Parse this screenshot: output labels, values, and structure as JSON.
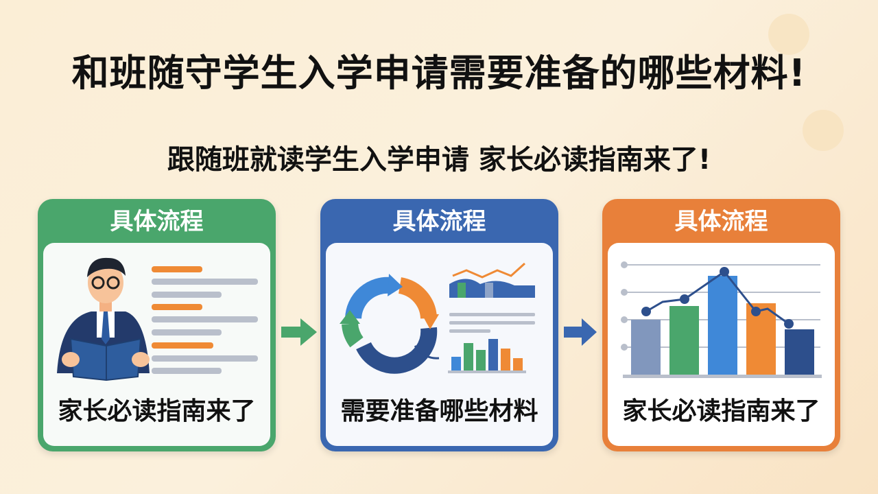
{
  "title": "和班随守学生入学申请需要准备的哪些材料!",
  "subtitle": "跟随班就读学生入学申请 家长必读指南来了!",
  "cards": [
    {
      "header": "具体流程",
      "caption": "家长必读指南来了",
      "color": "#4aa66c",
      "icon": "reading-parent-icon"
    },
    {
      "header": "具体流程",
      "caption": "需要准备哪些材料",
      "color": "#3a67b0",
      "icon": "cycle-chart-icon"
    },
    {
      "header": "具体流程",
      "caption": "家长必读指南来了",
      "color": "#e8803a",
      "icon": "bar-chart-icon"
    }
  ],
  "arrows": [
    {
      "color": "#4aa66c"
    },
    {
      "color": "#3a67b0"
    }
  ]
}
